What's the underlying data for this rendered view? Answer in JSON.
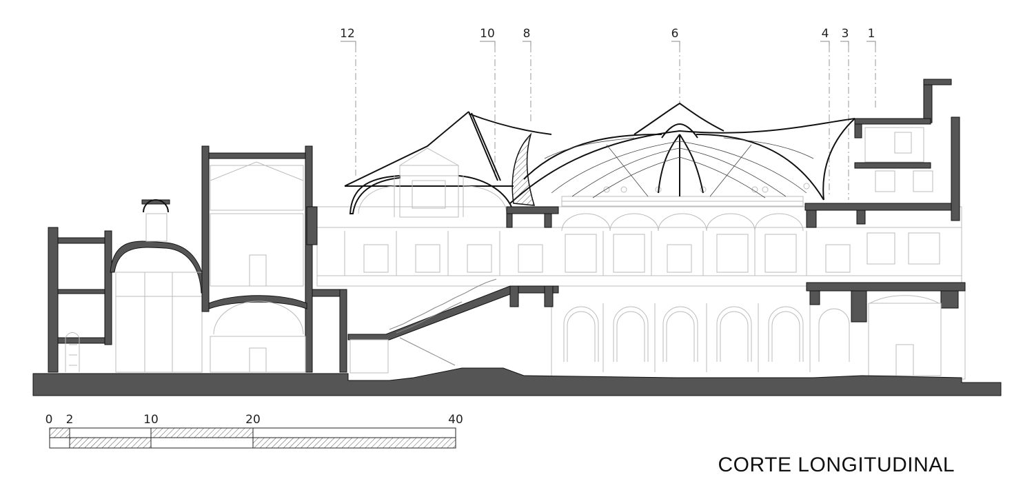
{
  "title": "CORTE LONGITUDINAL",
  "axis_markers": [
    "12",
    "10",
    "8",
    "6",
    "4",
    "3",
    "1"
  ],
  "scale_bar": {
    "labels": [
      "0",
      "2",
      "10",
      "20",
      "40"
    ]
  },
  "colors": {
    "wall_fill": "#555555",
    "line_dark": "#111111",
    "line_light": "#bbbbbb"
  }
}
